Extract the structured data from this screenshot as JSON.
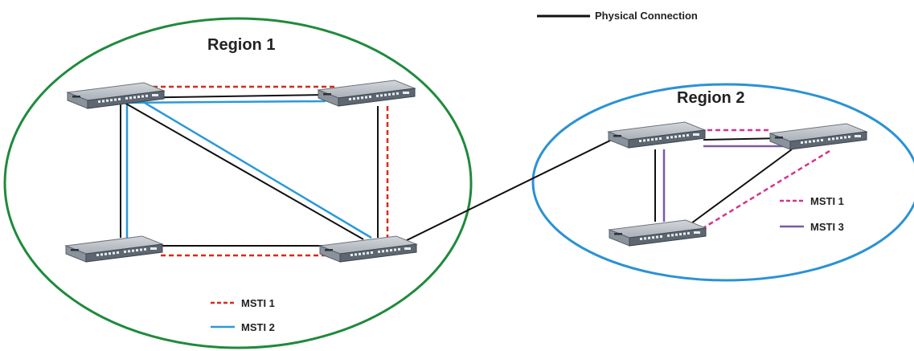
{
  "legend_top": {
    "label": "Physical Connection",
    "color": "#111111"
  },
  "region1": {
    "title": "Region 1",
    "border_color": "#1f8a3c",
    "legend": [
      {
        "label": "MSTI 1",
        "color": "#d62a1c",
        "style": "dashed"
      },
      {
        "label": "MSTI 2",
        "color": "#2a9ad8",
        "style": "solid"
      }
    ]
  },
  "region2": {
    "title": "Region 2",
    "border_color": "#2a92d4",
    "legend": [
      {
        "label": "MSTI 1",
        "color": "#d4338f",
        "style": "dashed"
      },
      {
        "label": "MSTI 3",
        "color": "#7a5aa8",
        "style": "solid"
      }
    ]
  },
  "switch": {
    "body_color": "#b8bdc3",
    "front_color": "#5d6671",
    "icon": "network-switch-icon"
  }
}
